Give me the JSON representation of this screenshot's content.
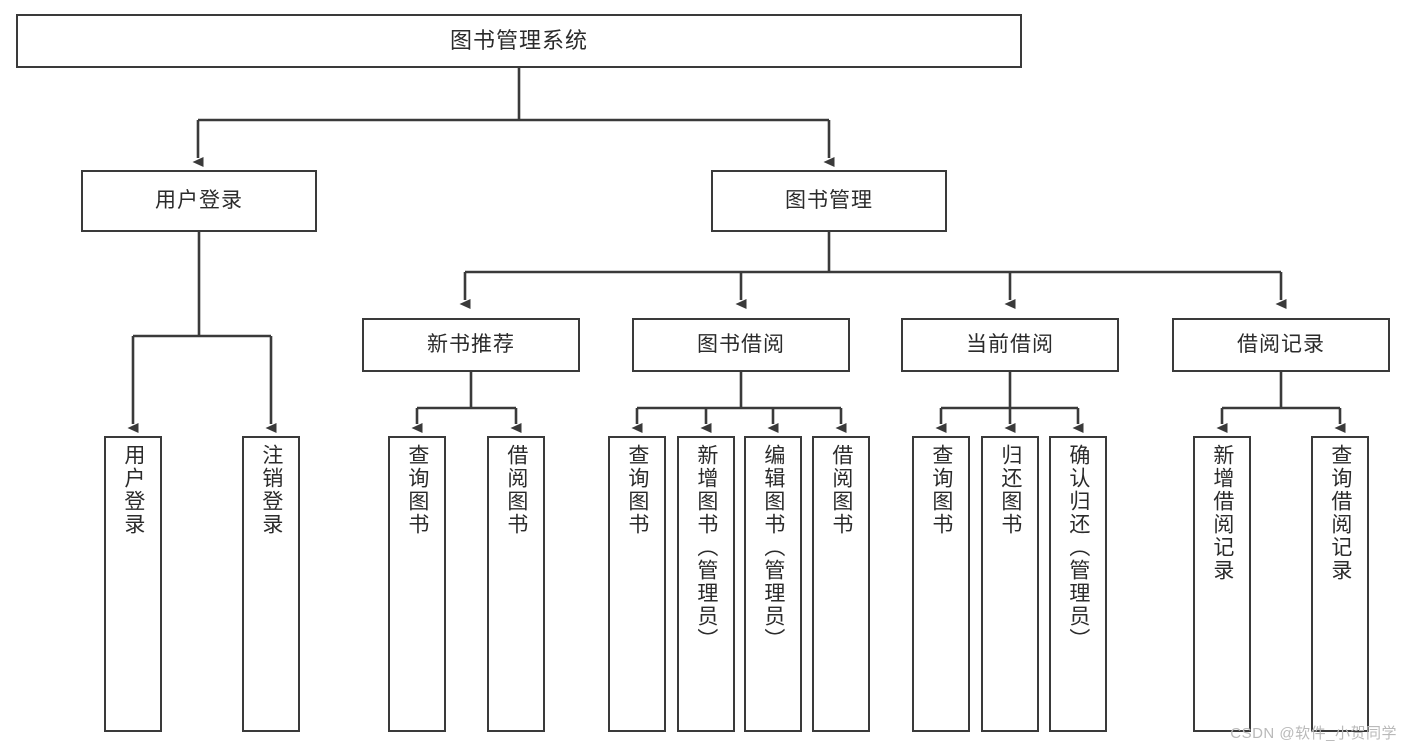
{
  "diagram": {
    "title": "图书管理系统",
    "type": "tree-hierarchy",
    "watermark": "CSDN @软件_小贺同学",
    "colors": {
      "stroke": "#3a3a3a",
      "fill": "#ffffff",
      "text": "#2b2b2b",
      "watermark": "#b9b9b9"
    },
    "root": {
      "label": "图书管理系统"
    },
    "level2": [
      {
        "id": "user-login",
        "label": "用户登录"
      },
      {
        "id": "book-manage",
        "label": "图书管理"
      }
    ],
    "level3": [
      {
        "id": "new-book-recommend",
        "label": "新书推荐"
      },
      {
        "id": "book-borrow",
        "label": "图书借阅"
      },
      {
        "id": "current-borrow",
        "label": "当前借阅"
      },
      {
        "id": "borrow-record",
        "label": "借阅记录"
      }
    ],
    "leaves": {
      "user_login": [
        {
          "id": "leaf-user-login",
          "label": "用户登录"
        },
        {
          "id": "leaf-logout-login",
          "label": "注销登录"
        }
      ],
      "new_book_recommend": [
        {
          "id": "leaf-query-book-1",
          "label": "查询图书"
        },
        {
          "id": "leaf-borrow-book-1",
          "label": "借阅图书"
        }
      ],
      "book_borrow": [
        {
          "id": "leaf-query-book-2",
          "label": "查询图书"
        },
        {
          "id": "leaf-add-book",
          "label": "新增图书（管理员）"
        },
        {
          "id": "leaf-edit-book",
          "label": "编辑图书（管理员）"
        },
        {
          "id": "leaf-borrow-book-2",
          "label": "借阅图书"
        }
      ],
      "current_borrow": [
        {
          "id": "leaf-query-book-3",
          "label": "查询图书"
        },
        {
          "id": "leaf-return-book",
          "label": "归还图书"
        },
        {
          "id": "leaf-confirm-return",
          "label": "确认归还（管理员）"
        }
      ],
      "borrow_record": [
        {
          "id": "leaf-add-record",
          "label": "新增借阅记录"
        },
        {
          "id": "leaf-query-record",
          "label": "查询借阅记录"
        }
      ]
    }
  }
}
